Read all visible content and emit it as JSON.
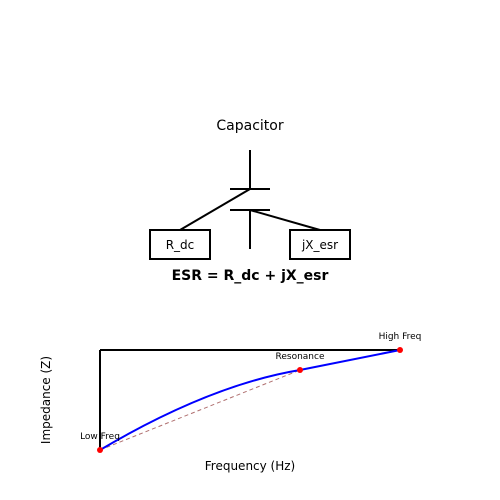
{
  "circuit": {
    "title": "Capacitor",
    "box_left_label": "R_dc",
    "box_right_label": "jX_esr",
    "formula": "ESR = R_dc + jX_esr"
  },
  "plot": {
    "xlabel": "Frequency (Hz)",
    "ylabel": "Impedance (Z)",
    "points": [
      {
        "label": "Low Freq"
      },
      {
        "label": "Resonance"
      },
      {
        "label": "High Freq"
      }
    ]
  },
  "colors": {
    "line": "#000000",
    "curve": "#0000ff",
    "dashed": "#b07070",
    "point": "#ff0000"
  }
}
